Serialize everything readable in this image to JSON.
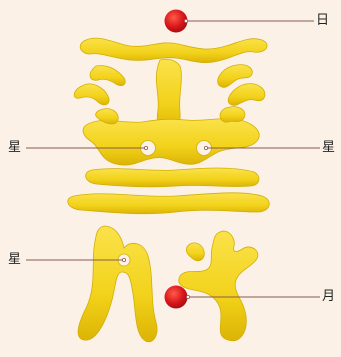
{
  "labels": {
    "sun": "日",
    "star_left_upper": "星",
    "star_right_upper": "星",
    "star_left_lower": "星",
    "moon": "月"
  },
  "colors": {
    "background": "#fbf1e6",
    "glyph_fill": "#f2d21a",
    "glyph_shade": "#d8b200",
    "dot": "#d8161a",
    "hole": "#fbf1e6",
    "leader_line": "#8b5a50",
    "text": "#222222"
  },
  "icons": {
    "sun_marker": "red-dot",
    "moon_marker": "red-dot"
  }
}
